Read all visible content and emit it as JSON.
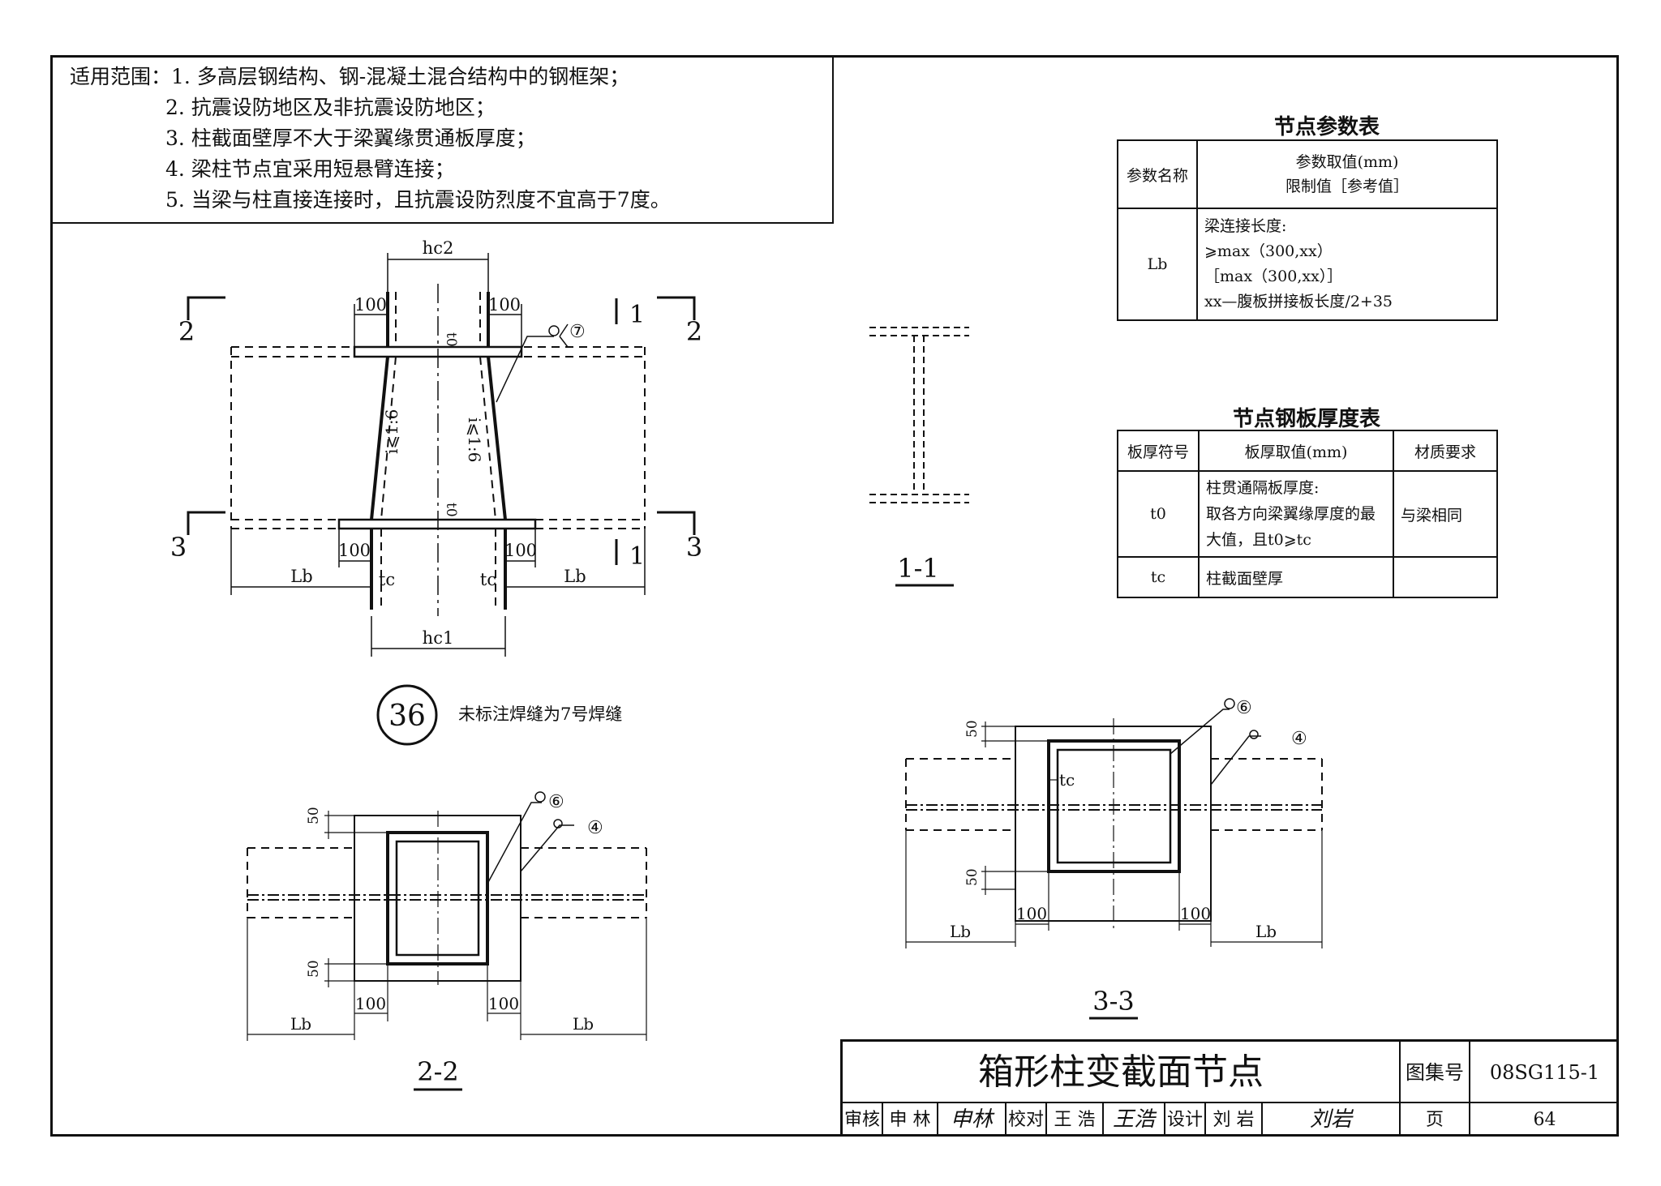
{
  "scope": {
    "lines": [
      "适用范围：1. 多高层钢结构、钢-混凝土混合结构中的钢框架；",
      "2. 抗震设防地区及非抗震设防地区；",
      "3. 柱截面壁厚不大于梁翼缘贯通板厚度；",
      "4. 梁柱节点宜采用短悬臂连接；",
      "5. 当梁与柱直接连接时，且抗震设防烈度不宜高于7度。"
    ]
  },
  "param_table": {
    "title": "节点参数表",
    "header": {
      "name": "参数名称",
      "value_line1": "参数取值(mm)",
      "value_line2": "限制值［参考值］"
    },
    "row": {
      "name": "Lb",
      "lines": [
        "梁连接长度:",
        "⩾max（300,xx）",
        "［max（300,xx）］",
        "xx—腹板拼接板长度/2+35"
      ]
    }
  },
  "plate_table": {
    "title": "节点钢板厚度表",
    "headers": [
      "板厚符号",
      "板厚取值(mm)",
      "材质要求"
    ],
    "rows": [
      {
        "symbol": "t0",
        "value_lines": [
          "柱贯通隔板厚度:",
          "取各方向梁翼缘厚度的最",
          "大值，且t0⩾tc"
        ],
        "material": "与梁相同"
      },
      {
        "symbol": "tc",
        "value_lines": [
          "柱截面壁厚"
        ],
        "material": ""
      }
    ]
  },
  "main_view": {
    "labels": {
      "hc2": "hc2",
      "hc1": "hc1",
      "d100": "100",
      "t0": "t0",
      "tc": "tc",
      "lb": "Lb",
      "slope": "i⩽1:6",
      "cut2": "2",
      "cut3": "3",
      "cut1": "1",
      "weld7": "⑦"
    },
    "detail_number": "36",
    "note": "未标注焊缝为7号焊缝"
  },
  "section_11": {
    "title": "1-1"
  },
  "section_22": {
    "title": "2-2",
    "labels": {
      "d50": "50",
      "d100": "100",
      "lb": "Lb",
      "weld6": "⑥",
      "weld4": "④"
    }
  },
  "section_33": {
    "title": "3-3",
    "labels": {
      "d50": "50",
      "d100": "100",
      "lb": "Lb",
      "tc": "tc",
      "weld6": "⑥",
      "weld4": "④"
    }
  },
  "title_block": {
    "title": "箱形柱变截面节点",
    "atlas_label": "图集号",
    "atlas_no": "08SG115-1",
    "review_label": "审核",
    "reviewer": "申 林",
    "check_label": "校对",
    "checker": "王 浩",
    "design_label": "设计",
    "designer": "刘 岩",
    "page_label": "页",
    "page_no": "64"
  }
}
